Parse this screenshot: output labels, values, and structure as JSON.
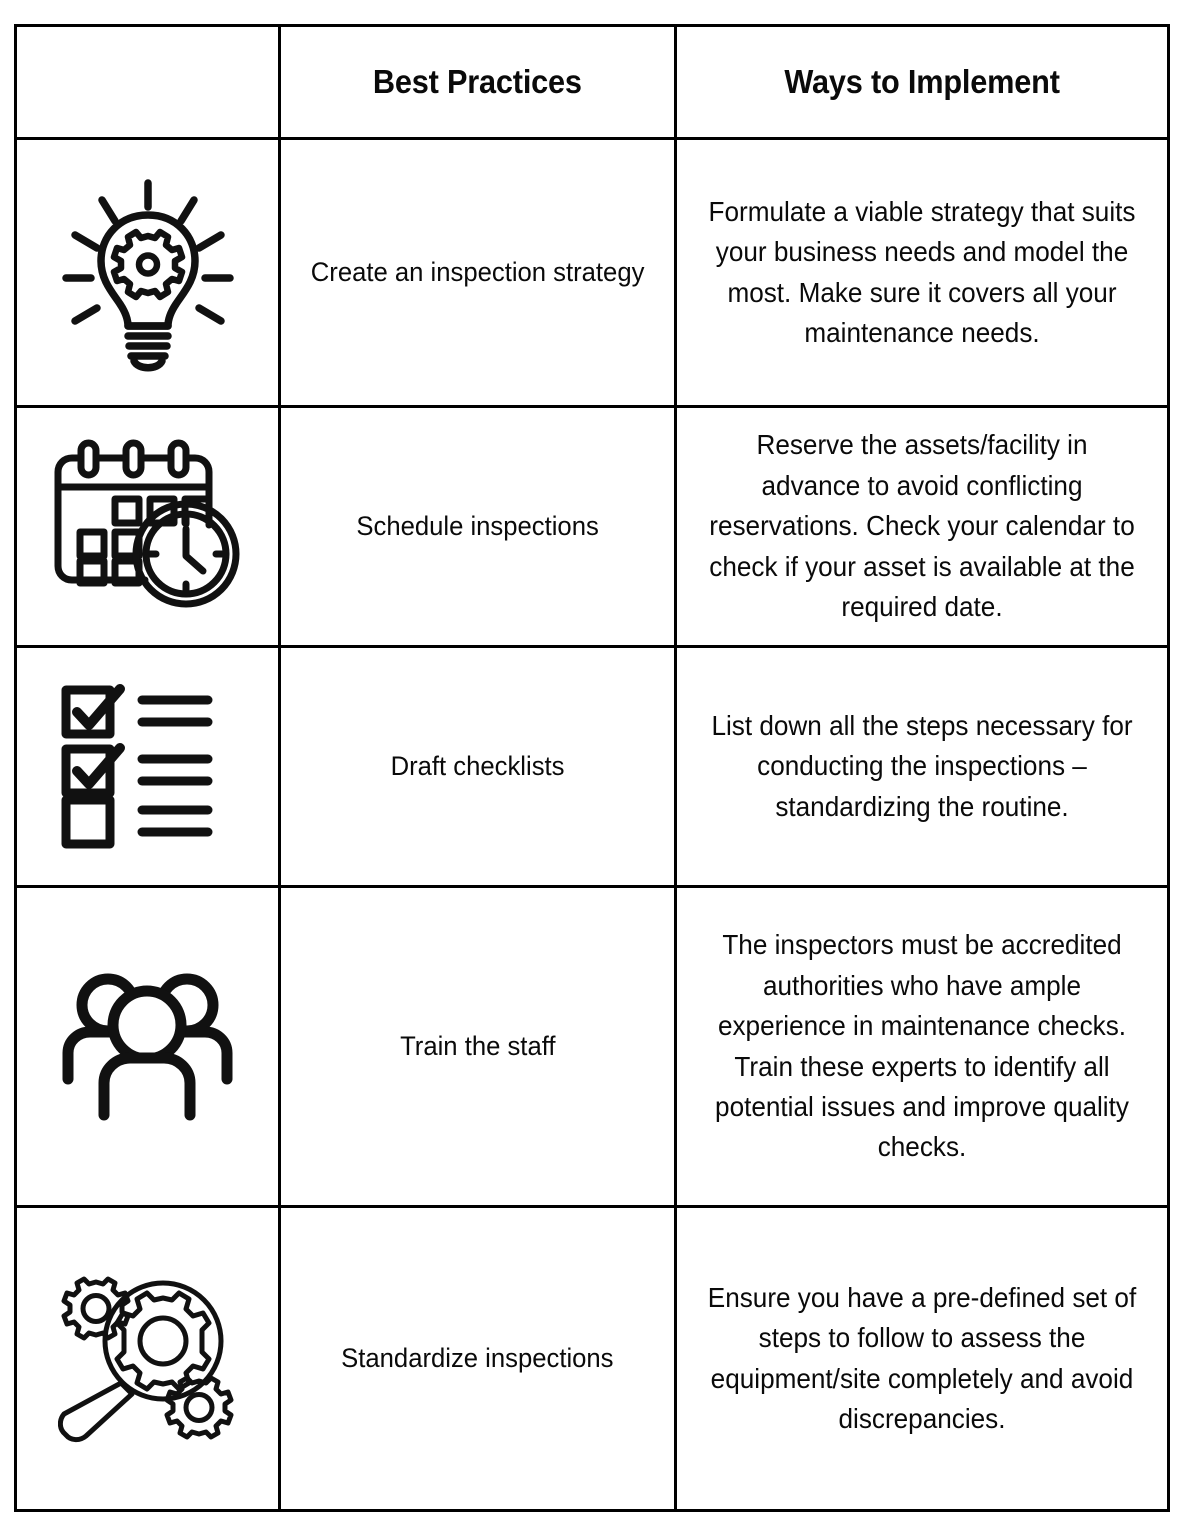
{
  "table": {
    "columns": [
      {
        "key": "icon",
        "label": ""
      },
      {
        "key": "best_practices",
        "label": "Best Practices"
      },
      {
        "key": "ways_to_implement",
        "label": "Ways to Implement"
      }
    ],
    "rows": [
      {
        "icon": "lightbulb-gear-icon",
        "best_practice": "Create an inspection strategy",
        "way_to_implement": "Formulate a viable strategy that suits your business needs and model the most. Make sure it covers all your maintenance needs."
      },
      {
        "icon": "calendar-clock-icon",
        "best_practice": "Schedule inspections",
        "way_to_implement": "Reserve the assets/facility in advance to avoid conflicting reservations. Check your calendar to check if your asset is available at the required date."
      },
      {
        "icon": "checklist-icon",
        "best_practice": "Draft checklists",
        "way_to_implement": "List down all the steps necessary for conducting the inspections – standardizing the routine."
      },
      {
        "icon": "people-group-icon",
        "best_practice": "Train the staff",
        "way_to_implement": "The inspectors must be accredited authorities who have ample experience in maintenance checks. Train these experts to identify all potential issues and improve quality checks."
      },
      {
        "icon": "magnifier-gears-icon",
        "best_practice": "Standardize inspections",
        "way_to_implement": "Ensure you have a pre-defined set of steps to follow to assess the equipment/site completely and avoid discrepancies."
      }
    ]
  },
  "colors": {
    "border": "#000000",
    "text": "#0a0a0a",
    "background": "#ffffff",
    "icon_stroke": "#111111"
  }
}
